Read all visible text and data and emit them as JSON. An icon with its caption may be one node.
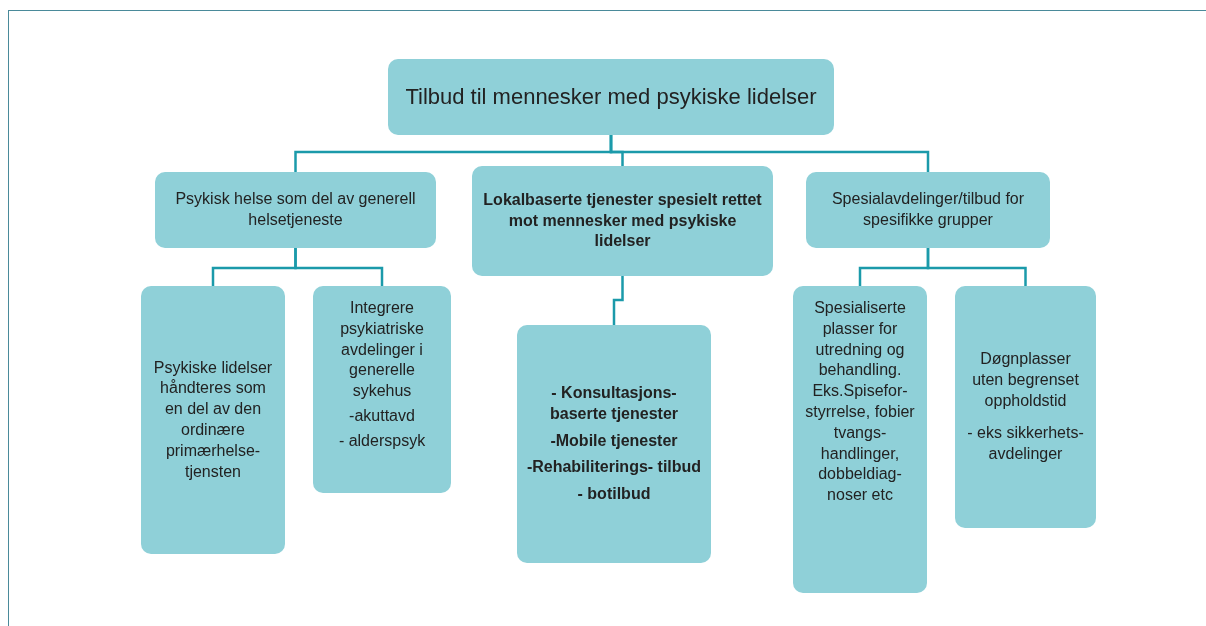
{
  "diagram": {
    "nodes": [
      {
        "text": [
          "Tilbud til mennesker med psykiske lidelser"
        ]
      },
      {
        "text": [
          "Psykisk helse  som del av generell helsetjeneste"
        ]
      },
      {
        "text": [
          "Lokalbaserte tjenester spesielt rettet mot mennesker med psykiske lidelser"
        ]
      },
      {
        "text": [
          "Spesialavdelinger/tilbud for spesifikke grupper"
        ]
      },
      {
        "text": [
          "Psykiske lidelser håndteres som en  del av den ordinære primærhelse- tjensten"
        ]
      },
      {
        "text": [
          "Integrere psykiatriske avdelinger i generelle sykehus",
          "-akuttavd",
          "- alderspsyk"
        ]
      },
      {
        "text": [
          "- Konsultasjons- baserte tjenester",
          "-Mobile tjenester",
          "-Rehabiliterings- tilbud",
          "- botilbud"
        ]
      },
      {
        "text": [
          "Spesialiserte plasser for utredning og behandling. Eks.Spisefor- styrrelse, fobier tvangs- handlinger, dobbeldiag- noser etc"
        ]
      },
      {
        "text": [
          "Døgnplasser uten begrenset oppholdstid",
          "- eks sikkerhets- avdelinger"
        ]
      }
    ],
    "edges": [
      {
        "from": 0,
        "to": 1,
        "arrow": "none"
      },
      {
        "from": 0,
        "to": 2,
        "arrow": "none"
      },
      {
        "from": 0,
        "to": 3,
        "arrow": "none"
      },
      {
        "from": 1,
        "to": 4,
        "arrow": "none"
      },
      {
        "from": 1,
        "to": 5,
        "arrow": "none"
      },
      {
        "from": 2,
        "to": 6,
        "arrow": "none"
      },
      {
        "from": 3,
        "to": 7,
        "arrow": "none"
      },
      {
        "from": 3,
        "to": 8,
        "arrow": "none"
      }
    ]
  }
}
